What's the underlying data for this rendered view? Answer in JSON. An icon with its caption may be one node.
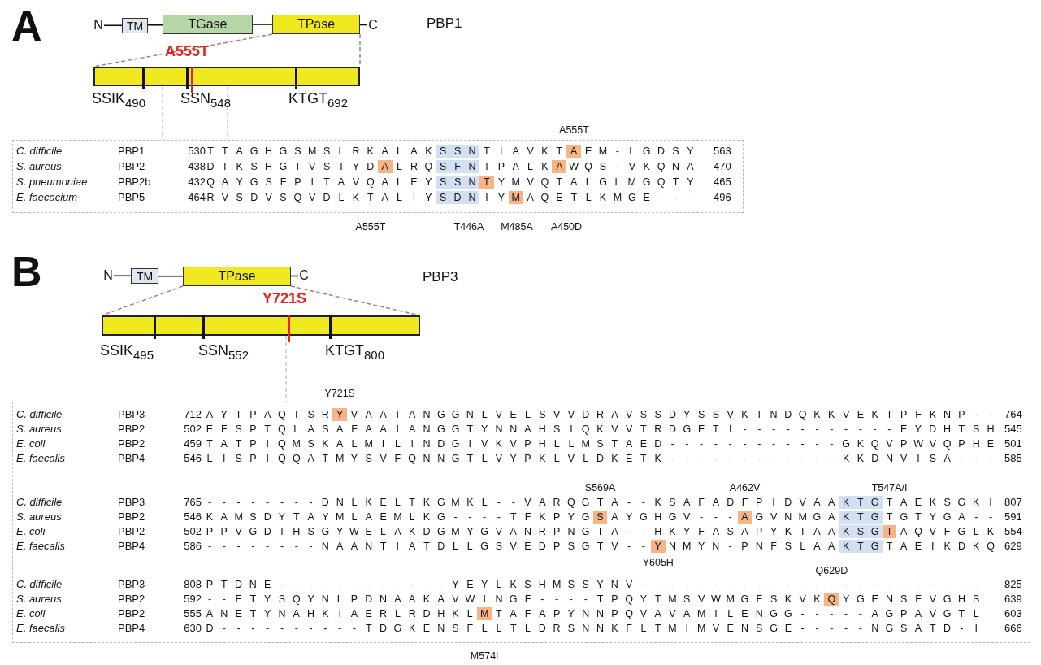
{
  "diagram": {
    "nodes": [
      {
        "text": [
          "N"
        ]
      },
      {
        "text": [
          "TM"
        ]
      },
      {
        "text": [
          "TGase"
        ]
      },
      {
        "text": [
          "TPase"
        ]
      },
      {
        "text": [
          "C"
        ]
      },
      {
        "text": [],
        "shape": "bar",
        "beside": [
          "SSIK$_{490}$",
          "SSN$_{548}$",
          "KTGT$_{692}$"
        ]
      },
      {
        "text": [],
        "shape": "box"
      },
      {
        "text": [
          "N"
        ]
      },
      {
        "text": [
          "TM"
        ]
      },
      {
        "text": [
          "TPase"
        ]
      },
      {
        "text": [
          "C"
        ]
      },
      {
        "text": [],
        "shape": "bar",
        "beside": [
          "SSIK$_{495}$",
          "SSN$_{552}$",
          "KTGT$_{800}$"
        ]
      },
      {
        "text": [],
        "shape": "box"
      }
    ],
    "edges": [
      {
        "from": 0,
        "to": 1,
        "arrow": "none"
      },
      {
        "from": 1,
        "to": 2,
        "arrow": "none"
      },
      {
        "from": 2,
        "to": 3,
        "arrow": "none"
      },
      {
        "from": 3,
        "to": 4,
        "arrow": "none"
      },
      {
        "from": 3,
        "to": 5,
        "arrow": "none",
        "style": "dashed",
        "color": "#a0847a"
      },
      {
        "from": 3,
        "to": 5,
        "arrow": "none",
        "style": "dashed",
        "color": "#a0847a"
      },
      {
        "from": 5,
        "to": 6,
        "arrow": "none",
        "style": "dashed",
        "color": "#c8c8c8"
      },
      {
        "from": 5,
        "to": 6,
        "arrow": "none",
        "style": "dashed",
        "color": "#c8c8c8"
      },
      {
        "from": 7,
        "to": 8,
        "arrow": "none"
      },
      {
        "from": 8,
        "to": 9,
        "arrow": "none"
      },
      {
        "from": 9,
        "to": 10,
        "arrow": "none"
      },
      {
        "from": 9,
        "to": 11,
        "arrow": "none",
        "style": "dashed",
        "color": "#a0847a"
      },
      {
        "from": 9,
        "to": 11,
        "arrow": "none",
        "style": "dashed",
        "color": "#a0847a"
      },
      {
        "from": 11,
        "to": 12,
        "arrow": "none",
        "style": "dashed",
        "color": "#c8c8c8"
      }
    ],
    "labels": [
      "A",
      "PBP1",
      "A555T",
      "A555T",
      "C. difficile",
      "PBP1",
      "530",
      "T T A G H G S M S L R K A L A K S S N T I A V K T A E M - L G D S Y",
      "563",
      "S. aureus",
      "PBP2",
      "438",
      "D T K S H G T V S I Y D A L R Q S F N I P A L K A W Q S - V K Q N A",
      "470",
      "S. pneumoniae",
      "PBP2b",
      "432",
      "Q A Y G S F P I T A V Q A L E Y S S N T Y M V Q T A L G L M G Q T Y",
      "465",
      "E. faecacium",
      "PBP5",
      "464",
      "R V S D V S Q V D L K T A L I Y S D N I Y M A Q E T L K M G E - - -",
      "496",
      "A555T",
      "T446A",
      "M485A",
      "A450D",
      "B",
      "PBP3",
      "Y721S",
      "Y721S",
      "C. difficile",
      "PBP3",
      "712",
      "A Y T P A Q I S R Y V A A I A N G G N L V E L S V V D R A V S S D Y S S V K I N D Q K K V E K I P F K N P - -",
      "764",
      "S. aureus",
      "PBP2",
      "502",
      "E F S P T Q L A S A F A A I A N G G T Y N N A H S I Q K V V T R D G E T I - - - - - - - - - - - E Y D H T S H",
      "545",
      "E. coli",
      "PBP2",
      "459",
      "T A T P I Q M S K A L M I L I N D G I V K V P H L L M S T A E D - - - - - - - - - - - - G K Q V P W V Q P H E",
      "501",
      "E. faecalis",
      "PBP4",
      "546",
      "L I S P I Q Q A T M Y S V F Q N N G T L V Y P K L V L D K E T K - - - - - - - - - - - - K K D N V I S A - - -",
      "585",
      "S569A",
      "A462V",
      "T547A/I",
      "C. difficile",
      "PBP3",
      "765",
      "- - - - - - - - D N L K E L T K G M K L - - V A R Q G T A - - K S A F A D F P I D V A A K T G T A E K S G K I",
      "807",
      "S. aureus",
      "PBP2",
      "546",
      "K A M S D Y T A Y M L A E M L K G - - - - T F K P Y G S A Y G H G V - - - A G V N M G A K T G T G T Y G A - -",
      "591",
      "E. coli",
      "PBP2",
      "502",
      "P P V G D I H S G Y W E L A K D G M Y G V A N R P N G T A - - H K Y F A S A P Y K I A A K S G T A Q V F G L K",
      "554",
      "E. faecalis",
      "PBP4",
      "586",
      "- - - - - - - - N A A N T I A T D L L G S V E D P S G T V - - Y N M Y N - P N F S L A A K T G T A E I K D K Q",
      "629",
      "Y605H",
      "Q629D",
      "C. difficile",
      "PBP3",
      "808",
      "P T D N E - - - - - - - - - - - - Y E Y L K S H M S S Y N V - - - - - - - - - - - - - - - - - - - - - - - -",
      "825",
      "S. aureus",
      "PBP2",
      "592",
      "- - E T Y S Q Y N L P D N A A K A V W I N G F - - - - T P Q Y T M S V W M G F S K V K Q Y G E N S F V G H S",
      "639",
      "E. coli",
      "PBP2",
      "555",
      "A N E T Y N A H K I A E R L R D H K L M T A F A P Y N N P Q V A V A M I L E N G G - - - - - A G P A V G T L",
      "603",
      "E. faecalis",
      "PBP4",
      "630",
      "D - - - - - - - - - - T D G K E N S F L L T L D R S N N K F L T M I M V E N S G E - - - - - N G S A T D - I",
      "666",
      "M574I"
    ]
  }
}
